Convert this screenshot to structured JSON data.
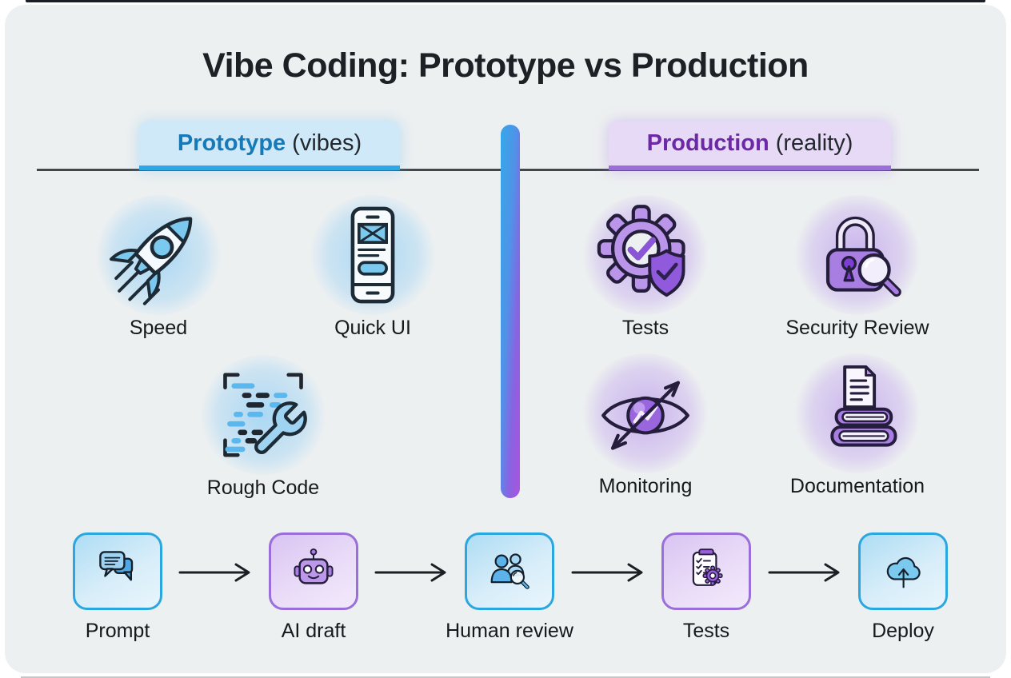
{
  "title": "Vibe Coding: Prototype vs Production",
  "prototype": {
    "name": "Prototype",
    "qualifier": "(vibes)",
    "items": [
      {
        "icon": "rocket-icon",
        "label": "Speed"
      },
      {
        "icon": "phone-wireframe-icon",
        "label": "Quick UI"
      },
      {
        "icon": "code-wrench-icon",
        "label": "Rough Code"
      }
    ]
  },
  "production": {
    "name": "Production",
    "qualifier": "(reality)",
    "items": [
      {
        "icon": "gear-check-shield-icon",
        "label": "Tests"
      },
      {
        "icon": "lock-magnifier-icon",
        "label": "Security Review"
      },
      {
        "icon": "eye-chart-icon",
        "label": "Monitoring"
      },
      {
        "icon": "books-document-icon",
        "label": "Documentation"
      }
    ]
  },
  "workflow": [
    {
      "icon": "chat-bubbles-icon",
      "label": "Prompt",
      "theme": "blue"
    },
    {
      "icon": "robot-icon",
      "label": "AI draft",
      "theme": "purple"
    },
    {
      "icon": "people-magnifier-icon",
      "label": "Human review",
      "theme": "blue"
    },
    {
      "icon": "clipboard-gear-icon",
      "label": "Tests",
      "theme": "purple"
    },
    {
      "icon": "cloud-upload-icon",
      "label": "Deploy",
      "theme": "blue"
    }
  ],
  "colors": {
    "card_background": "#edf0f1",
    "blue_accent": "#2fa7e6",
    "blue_heading_text": "#177ab8",
    "blue_badge_background": "#cfe9f9",
    "blue_icon_fill": "#7cc9ef",
    "purple_accent": "#9b6fd9",
    "purple_heading_text": "#6d28a8",
    "purple_badge_background": "#e7daf7",
    "purple_icon_fill": "#a87ee2",
    "divider_gradient_top": "#35a8e9",
    "divider_gradient_bottom": "#aa55dd",
    "outline_dark": "#1d2b36",
    "title_text": "#1d2126"
  }
}
